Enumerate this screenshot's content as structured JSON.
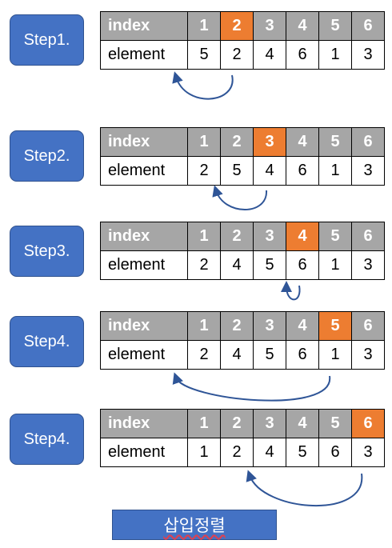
{
  "index_label": "index",
  "element_label": "element",
  "indices": [
    "1",
    "2",
    "3",
    "4",
    "5",
    "6"
  ],
  "steps": [
    {
      "label": "Step1.",
      "highlight": 2,
      "elements": [
        "5",
        "2",
        "4",
        "6",
        "1",
        "3"
      ]
    },
    {
      "label": "Step2.",
      "highlight": 3,
      "elements": [
        "2",
        "5",
        "4",
        "6",
        "1",
        "3"
      ]
    },
    {
      "label": "Step3.",
      "highlight": 4,
      "elements": [
        "2",
        "4",
        "5",
        "6",
        "1",
        "3"
      ]
    },
    {
      "label": "Step4.",
      "highlight": 5,
      "elements": [
        "2",
        "4",
        "5",
        "6",
        "1",
        "3"
      ]
    },
    {
      "label": "Step4.",
      "highlight": 6,
      "elements": [
        "1",
        "2",
        "4",
        "5",
        "6",
        "3"
      ]
    }
  ],
  "footer": {
    "title": "삽입정렬"
  },
  "colors": {
    "accent": "#4472c4",
    "highlight": "#ed7d31",
    "header": "#a6a6a6",
    "arrow": "#2f5597"
  }
}
